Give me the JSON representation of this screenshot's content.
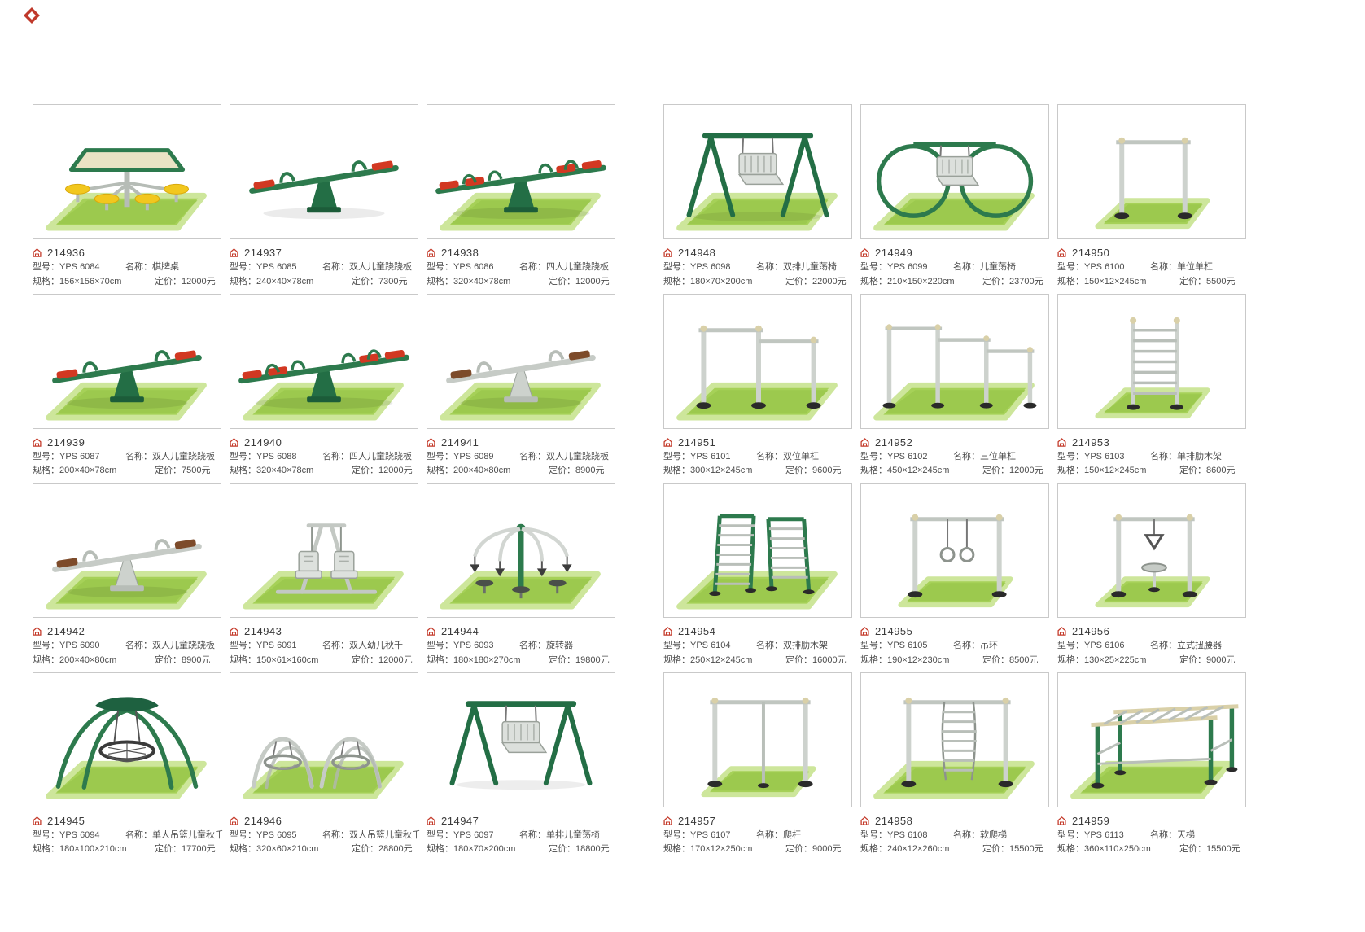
{
  "colors": {
    "accent_red": "#c0392b",
    "frame_green": "#2d7a4d",
    "frame_silver": "#cdd2cd",
    "grass_green": "#a6d158",
    "seat_red": "#d23822",
    "stool_yellow": "#f2c71e"
  },
  "labels": {
    "model": "型号：",
    "name": "名称：",
    "spec": "规格：",
    "price": "定价："
  },
  "products": [
    {
      "id": "214936",
      "model": "YPS 6084",
      "name": "棋牌桌",
      "spec": "156×156×70cm",
      "price": "12000元",
      "shape": "chess-table",
      "mat": "wide"
    },
    {
      "id": "214937",
      "model": "YPS 6085",
      "name": "双人儿童跷跷板",
      "spec": "240×40×78cm",
      "price": "7300元",
      "shape": "seesaw-2g",
      "mat": "none"
    },
    {
      "id": "214938",
      "model": "YPS 6086",
      "name": "四人儿童跷跷板",
      "spec": "320×40×78cm",
      "price": "12000元",
      "shape": "seesaw-4g",
      "mat": "wide"
    },
    {
      "id": "214939",
      "model": "YPS 6087",
      "name": "双人儿童跷跷板",
      "spec": "200×40×78cm",
      "price": "7500元",
      "shape": "seesaw-2g",
      "mat": "wide"
    },
    {
      "id": "214940",
      "model": "YPS 6088",
      "name": "四人儿童跷跷板",
      "spec": "320×40×78cm",
      "price": "12000元",
      "shape": "seesaw-4g",
      "mat": "wide"
    },
    {
      "id": "214941",
      "model": "YPS 6089",
      "name": "双人儿童跷跷板",
      "spec": "200×40×80cm",
      "price": "8900元",
      "shape": "seesaw-2s",
      "mat": "wide"
    },
    {
      "id": "214942",
      "model": "YPS 6090",
      "name": "双人儿童跷跷板",
      "spec": "200×40×80cm",
      "price": "8900元",
      "shape": "seesaw-2s",
      "mat": "wide"
    },
    {
      "id": "214943",
      "model": "YPS 6091",
      "name": "双人幼儿秋千",
      "spec": "150×61×160cm",
      "price": "12000元",
      "shape": "toddler-swing",
      "mat": "wide"
    },
    {
      "id": "214944",
      "model": "YPS 6093",
      "name": "旋转器",
      "spec": "180×180×270cm",
      "price": "19800元",
      "shape": "rotator",
      "mat": "wide"
    },
    {
      "id": "214945",
      "model": "YPS 6094",
      "name": "单人吊篮儿童秋千",
      "spec": "180×100×210cm",
      "price": "17700元",
      "shape": "basket-1",
      "mat": "wide"
    },
    {
      "id": "214946",
      "model": "YPS 6095",
      "name": "双人吊篮儿童秋千",
      "spec": "320×60×210cm",
      "price": "28800元",
      "shape": "basket-2",
      "mat": "wide"
    },
    {
      "id": "214947",
      "model": "YPS 6097",
      "name": "单排儿童荡椅",
      "spec": "180×70×200cm",
      "price": "18800元",
      "shape": "aframe-swing",
      "mat": "none"
    },
    {
      "id": "214948",
      "model": "YPS 6098",
      "name": "双排儿童荡椅",
      "spec": "180×70×200cm",
      "price": "22000元",
      "shape": "aframe-swing",
      "mat": "wide"
    },
    {
      "id": "214949",
      "model": "YPS 6099",
      "name": "儿童荡椅",
      "spec": "210×150×220cm",
      "price": "23700元",
      "shape": "ring-swing",
      "mat": "wide"
    },
    {
      "id": "214950",
      "model": "YPS 6100",
      "name": "单位单杠",
      "spec": "150×12×245cm",
      "price": "5500元",
      "shape": "bar-1",
      "mat": "narrow"
    },
    {
      "id": "214951",
      "model": "YPS 6101",
      "name": "双位单杠",
      "spec": "300×12×245cm",
      "price": "9600元",
      "shape": "bar-2",
      "mat": "wide"
    },
    {
      "id": "214952",
      "model": "YPS 6102",
      "name": "三位单杠",
      "spec": "450×12×245cm",
      "price": "12000元",
      "shape": "bar-3",
      "mat": "wide"
    },
    {
      "id": "214953",
      "model": "YPS 6103",
      "name": "单排肋木架",
      "spec": "150×12×245cm",
      "price": "8600元",
      "shape": "ladder-1",
      "mat": "narrow"
    },
    {
      "id": "214954",
      "model": "YPS 6104",
      "name": "双排肋木架",
      "spec": "250×12×245cm",
      "price": "16000元",
      "shape": "ladder-2",
      "mat": "wide"
    },
    {
      "id": "214955",
      "model": "YPS 6105",
      "name": "吊环",
      "spec": "190×12×230cm",
      "price": "8500元",
      "shape": "rings",
      "mat": "narrow"
    },
    {
      "id": "214956",
      "model": "YPS 6106",
      "name": "立式扭腰器",
      "spec": "130×25×225cm",
      "price": "9000元",
      "shape": "twister",
      "mat": "narrow"
    },
    {
      "id": "214957",
      "model": "YPS 6107",
      "name": "爬杆",
      "spec": "170×12×250cm",
      "price": "9000元",
      "shape": "climb-pole",
      "mat": "narrow"
    },
    {
      "id": "214958",
      "model": "YPS 6108",
      "name": "软爬梯",
      "spec": "240×12×260cm",
      "price": "15500元",
      "shape": "soft-ladder",
      "mat": "wide"
    },
    {
      "id": "214959",
      "model": "YPS 6113",
      "name": "天梯",
      "spec": "360×110×250cm",
      "price": "15500元",
      "shape": "monkey-bars",
      "mat": "wide"
    }
  ]
}
